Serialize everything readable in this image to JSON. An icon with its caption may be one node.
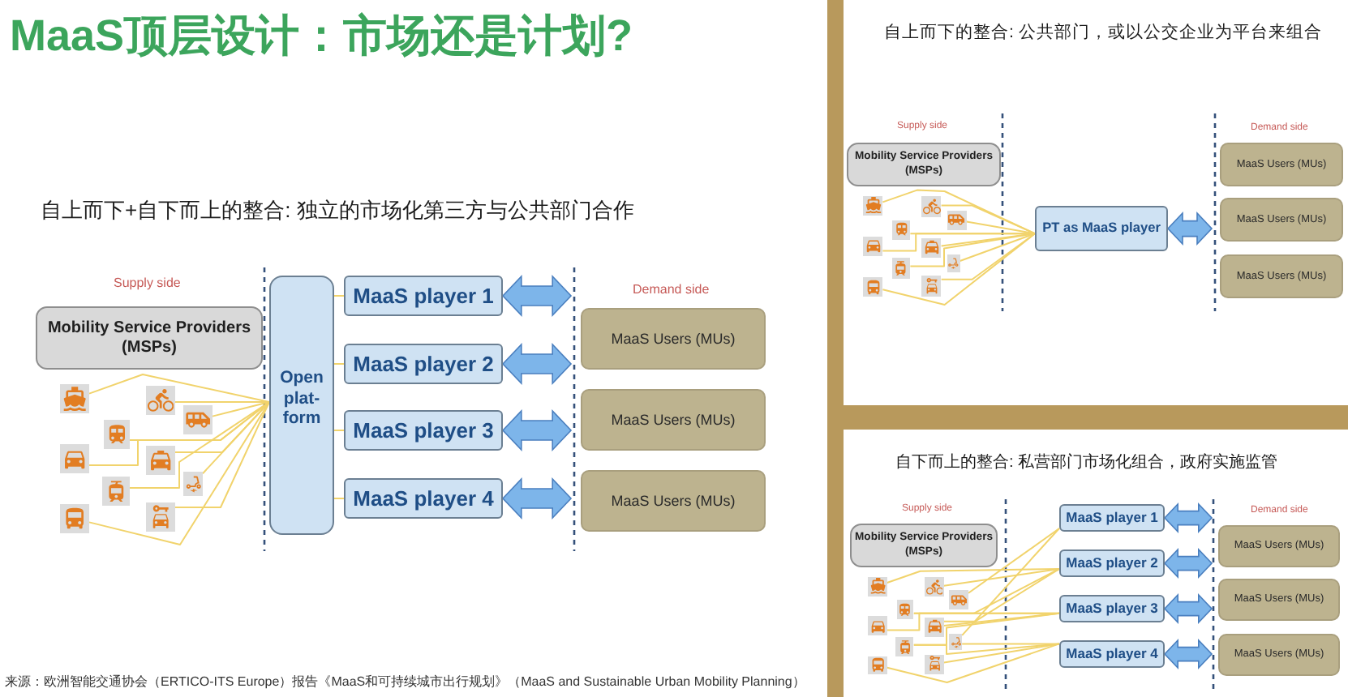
{
  "diagram": {
    "title": "MaaS顶层设计：市场还是计划?",
    "caption": "来源：欧洲智能交通协会（ERTICO-ITS Europe）报告《MaaS和可持续城市出行规划》（MaaS and Sustainable Urban Mobility Planning）",
    "nodes": [
      {
        "text": [
          "自上而下+自下而上的整合: 独立的市场化第三方与公共部门合作"
        ]
      },
      {
        "text": [
          "Mobility Service Providers (MSPs)"
        ],
        "in": 0
      },
      {
        "text": [],
        "shape": "picture",
        "in": 0
      },
      {
        "text": [],
        "shape": "picture",
        "in": 0
      },
      {
        "text": [],
        "shape": "picture",
        "in": 0
      },
      {
        "text": [],
        "shape": "picture",
        "in": 0
      },
      {
        "text": [],
        "shape": "picture",
        "in": 0
      },
      {
        "text": [],
        "shape": "picture",
        "in": 0
      },
      {
        "text": [],
        "shape": "picture",
        "in": 0
      },
      {
        "text": [],
        "shape": "picture",
        "in": 0
      },
      {
        "text": [],
        "shape": "picture",
        "in": 0
      },
      {
        "text": [],
        "shape": "picture",
        "in": 0
      },
      {
        "text": [
          "Open plat- form"
        ],
        "in": 0
      },
      {
        "text": [
          "MaaS player 1"
        ],
        "in": 0
      },
      {
        "text": [
          "MaaS player 2"
        ],
        "in": 0
      },
      {
        "text": [
          "MaaS player 3"
        ],
        "in": 0
      },
      {
        "text": [
          "MaaS player 4"
        ],
        "in": 0
      },
      {
        "text": [
          "MaaS Users (MUs)"
        ],
        "in": 0
      },
      {
        "text": [
          "MaaS Users (MUs)"
        ],
        "in": 0
      },
      {
        "text": [
          "MaaS Users (MUs)"
        ],
        "in": 0
      },
      {
        "text": [
          "自上而下的整合: 公共部门，或以公交企业为平台来组合"
        ]
      },
      {
        "text": [
          "Mobility Service Providers (MSPs)"
        ],
        "in": 20
      },
      {
        "text": [],
        "shape": "picture",
        "in": 20
      },
      {
        "text": [],
        "shape": "picture",
        "in": 20
      },
      {
        "text": [],
        "shape": "picture",
        "in": 20
      },
      {
        "text": [],
        "shape": "picture",
        "in": 20
      },
      {
        "text": [],
        "shape": "picture",
        "in": 20
      },
      {
        "text": [],
        "shape": "picture",
        "in": 20
      },
      {
        "text": [],
        "shape": "picture",
        "in": 20
      },
      {
        "text": [],
        "shape": "picture",
        "in": 20
      },
      {
        "text": [],
        "shape": "picture",
        "in": 20
      },
      {
        "text": [],
        "shape": "picture",
        "in": 20
      },
      {
        "text": [
          "PT as MaaS player"
        ],
        "in": 20
      },
      {
        "text": [
          "MaaS Users (MUs)"
        ],
        "in": 20
      },
      {
        "text": [
          "MaaS Users (MUs)"
        ],
        "in": 20
      },
      {
        "text": [
          "MaaS Users (MUs)"
        ],
        "in": 20
      },
      {
        "text": [
          "自下而上的整合: 私营部门市场化组合，政府实施监管"
        ]
      },
      {
        "text": [
          "Mobility Service Providers (MSPs)"
        ],
        "in": 36
      },
      {
        "text": [],
        "shape": "picture",
        "in": 36
      },
      {
        "text": [],
        "shape": "picture",
        "in": 36
      },
      {
        "text": [],
        "shape": "picture",
        "in": 36
      },
      {
        "text": [],
        "shape": "picture",
        "in": 36
      },
      {
        "text": [],
        "shape": "picture",
        "in": 36
      },
      {
        "text": [],
        "shape": "picture",
        "in": 36
      },
      {
        "text": [],
        "shape": "picture",
        "in": 36
      },
      {
        "text": [],
        "shape": "picture",
        "in": 36
      },
      {
        "text": [],
        "shape": "picture",
        "in": 36
      },
      {
        "text": [],
        "shape": "picture",
        "in": 36
      },
      {
        "text": [
          "MaaS player 1"
        ],
        "in": 36
      },
      {
        "text": [
          "MaaS player 2"
        ],
        "in": 36
      },
      {
        "text": [
          "MaaS player 3"
        ],
        "in": 36
      },
      {
        "text": [
          "MaaS player 4"
        ],
        "in": 36
      },
      {
        "text": [
          "MaaS Users (MUs)"
        ],
        "in": 36
      },
      {
        "text": [
          "MaaS Users (MUs)"
        ],
        "in": 36
      },
      {
        "text": [
          "MaaS Users (MUs)"
        ],
        "in": 36
      }
    ],
    "edges": [
      {
        "from": 2,
        "to": 12,
        "arrow": "none"
      },
      {
        "from": 3,
        "to": 12,
        "arrow": "none"
      },
      {
        "from": 4,
        "to": 12,
        "arrow": "none"
      },
      {
        "from": 5,
        "to": 12,
        "arrow": "none"
      },
      {
        "from": 6,
        "to": 12,
        "arrow": "none"
      },
      {
        "from": 7,
        "to": 12,
        "arrow": "none"
      },
      {
        "from": 8,
        "to": 12,
        "arrow": "none"
      },
      {
        "from": 9,
        "to": 12,
        "arrow": "none"
      },
      {
        "from": 10,
        "to": 12,
        "arrow": "none"
      },
      {
        "from": 11,
        "to": 12,
        "arrow": "none"
      },
      {
        "from": 12,
        "to": 13,
        "arrow": "none"
      },
      {
        "from": 12,
        "to": 14,
        "arrow": "none"
      },
      {
        "from": 12,
        "to": 15,
        "arrow": "none"
      },
      {
        "from": 12,
        "to": 16,
        "arrow": "none"
      },
      {
        "from": 13,
        "to": null,
        "arrow": "both",
        "style": "thick",
        "color": "#7db5ea"
      },
      {
        "from": 14,
        "to": null,
        "arrow": "both",
        "style": "thick",
        "color": "#7db5ea"
      },
      {
        "from": 15,
        "to": null,
        "arrow": "both",
        "style": "thick",
        "color": "#7db5ea"
      },
      {
        "from": 16,
        "to": null,
        "arrow": "both",
        "style": "thick",
        "color": "#7db5ea"
      },
      {
        "from": 22,
        "to": 32,
        "arrow": "none"
      },
      {
        "from": 23,
        "to": 32,
        "arrow": "none"
      },
      {
        "from": 24,
        "to": 32,
        "arrow": "none"
      },
      {
        "from": 25,
        "to": 32,
        "arrow": "none"
      },
      {
        "from": 26,
        "to": 32,
        "arrow": "none"
      },
      {
        "from": 27,
        "to": 32,
        "arrow": "none"
      },
      {
        "from": 28,
        "to": 32,
        "arrow": "none"
      },
      {
        "from": 29,
        "to": 32,
        "arrow": "none"
      },
      {
        "from": 30,
        "to": 32,
        "arrow": "none"
      },
      {
        "from": 31,
        "to": 32,
        "arrow": "none"
      },
      {
        "from": 32,
        "to": null,
        "arrow": "both",
        "style": "thick",
        "color": "#7db5ea"
      },
      {
        "from": 40,
        "to": 48,
        "arrow": "none"
      },
      {
        "from": 45,
        "to": 48,
        "arrow": "none"
      },
      {
        "from": 38,
        "to": 49,
        "arrow": "none"
      },
      {
        "from": 39,
        "to": 49,
        "arrow": "none"
      },
      {
        "from": 41,
        "to": 49,
        "arrow": "none"
      },
      {
        "from": 43,
        "to": 49,
        "arrow": "none"
      },
      {
        "from": 42,
        "to": 50,
        "arrow": "none"
      },
      {
        "from": 43,
        "to": 50,
        "arrow": "none"
      },
      {
        "from": 44,
        "to": 50,
        "arrow": "none"
      },
      {
        "from": 41,
        "to": 50,
        "arrow": "none"
      },
      {
        "from": 44,
        "to": 51,
        "arrow": "none"
      },
      {
        "from": 46,
        "to": 51,
        "arrow": "none"
      },
      {
        "from": 47,
        "to": 51,
        "arrow": "none"
      },
      {
        "from": 45,
        "to": 51,
        "arrow": "none"
      },
      {
        "from": 48,
        "to": null,
        "arrow": "both",
        "style": "thick",
        "color": "#7db5ea"
      },
      {
        "from": 49,
        "to": null,
        "arrow": "both",
        "style": "thick",
        "color": "#7db5ea"
      },
      {
        "from": 50,
        "to": null,
        "arrow": "both",
        "style": "thick",
        "color": "#7db5ea"
      },
      {
        "from": 51,
        "to": null,
        "arrow": "both",
        "style": "thick",
        "color": "#7db5ea"
      }
    ],
    "labels": [
      "Supply side",
      "Demand side",
      "Supply side",
      "Demand side",
      "Supply side",
      "Demand side"
    ]
  }
}
